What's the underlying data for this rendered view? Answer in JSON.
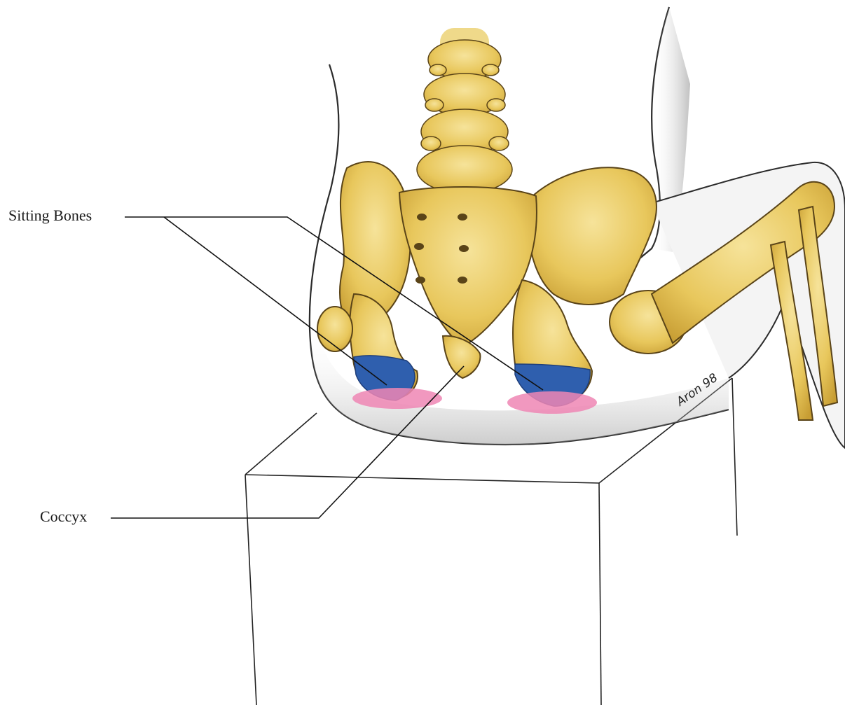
{
  "labels": {
    "sitting_bones": "Sitting Bones",
    "coccyx": "Coccyx"
  },
  "signature": "Aron 98",
  "colors": {
    "bone": "#eacd6a",
    "bone_shadow": "#c9a23a",
    "bone_outline": "#5a4418",
    "sitting_bone_highlight": "#2f5fae",
    "contact_patch": "#ef86b4",
    "body_outline": "#2b2b2b",
    "body_shading": "#b9b9b9",
    "leader_line": "#111111"
  }
}
